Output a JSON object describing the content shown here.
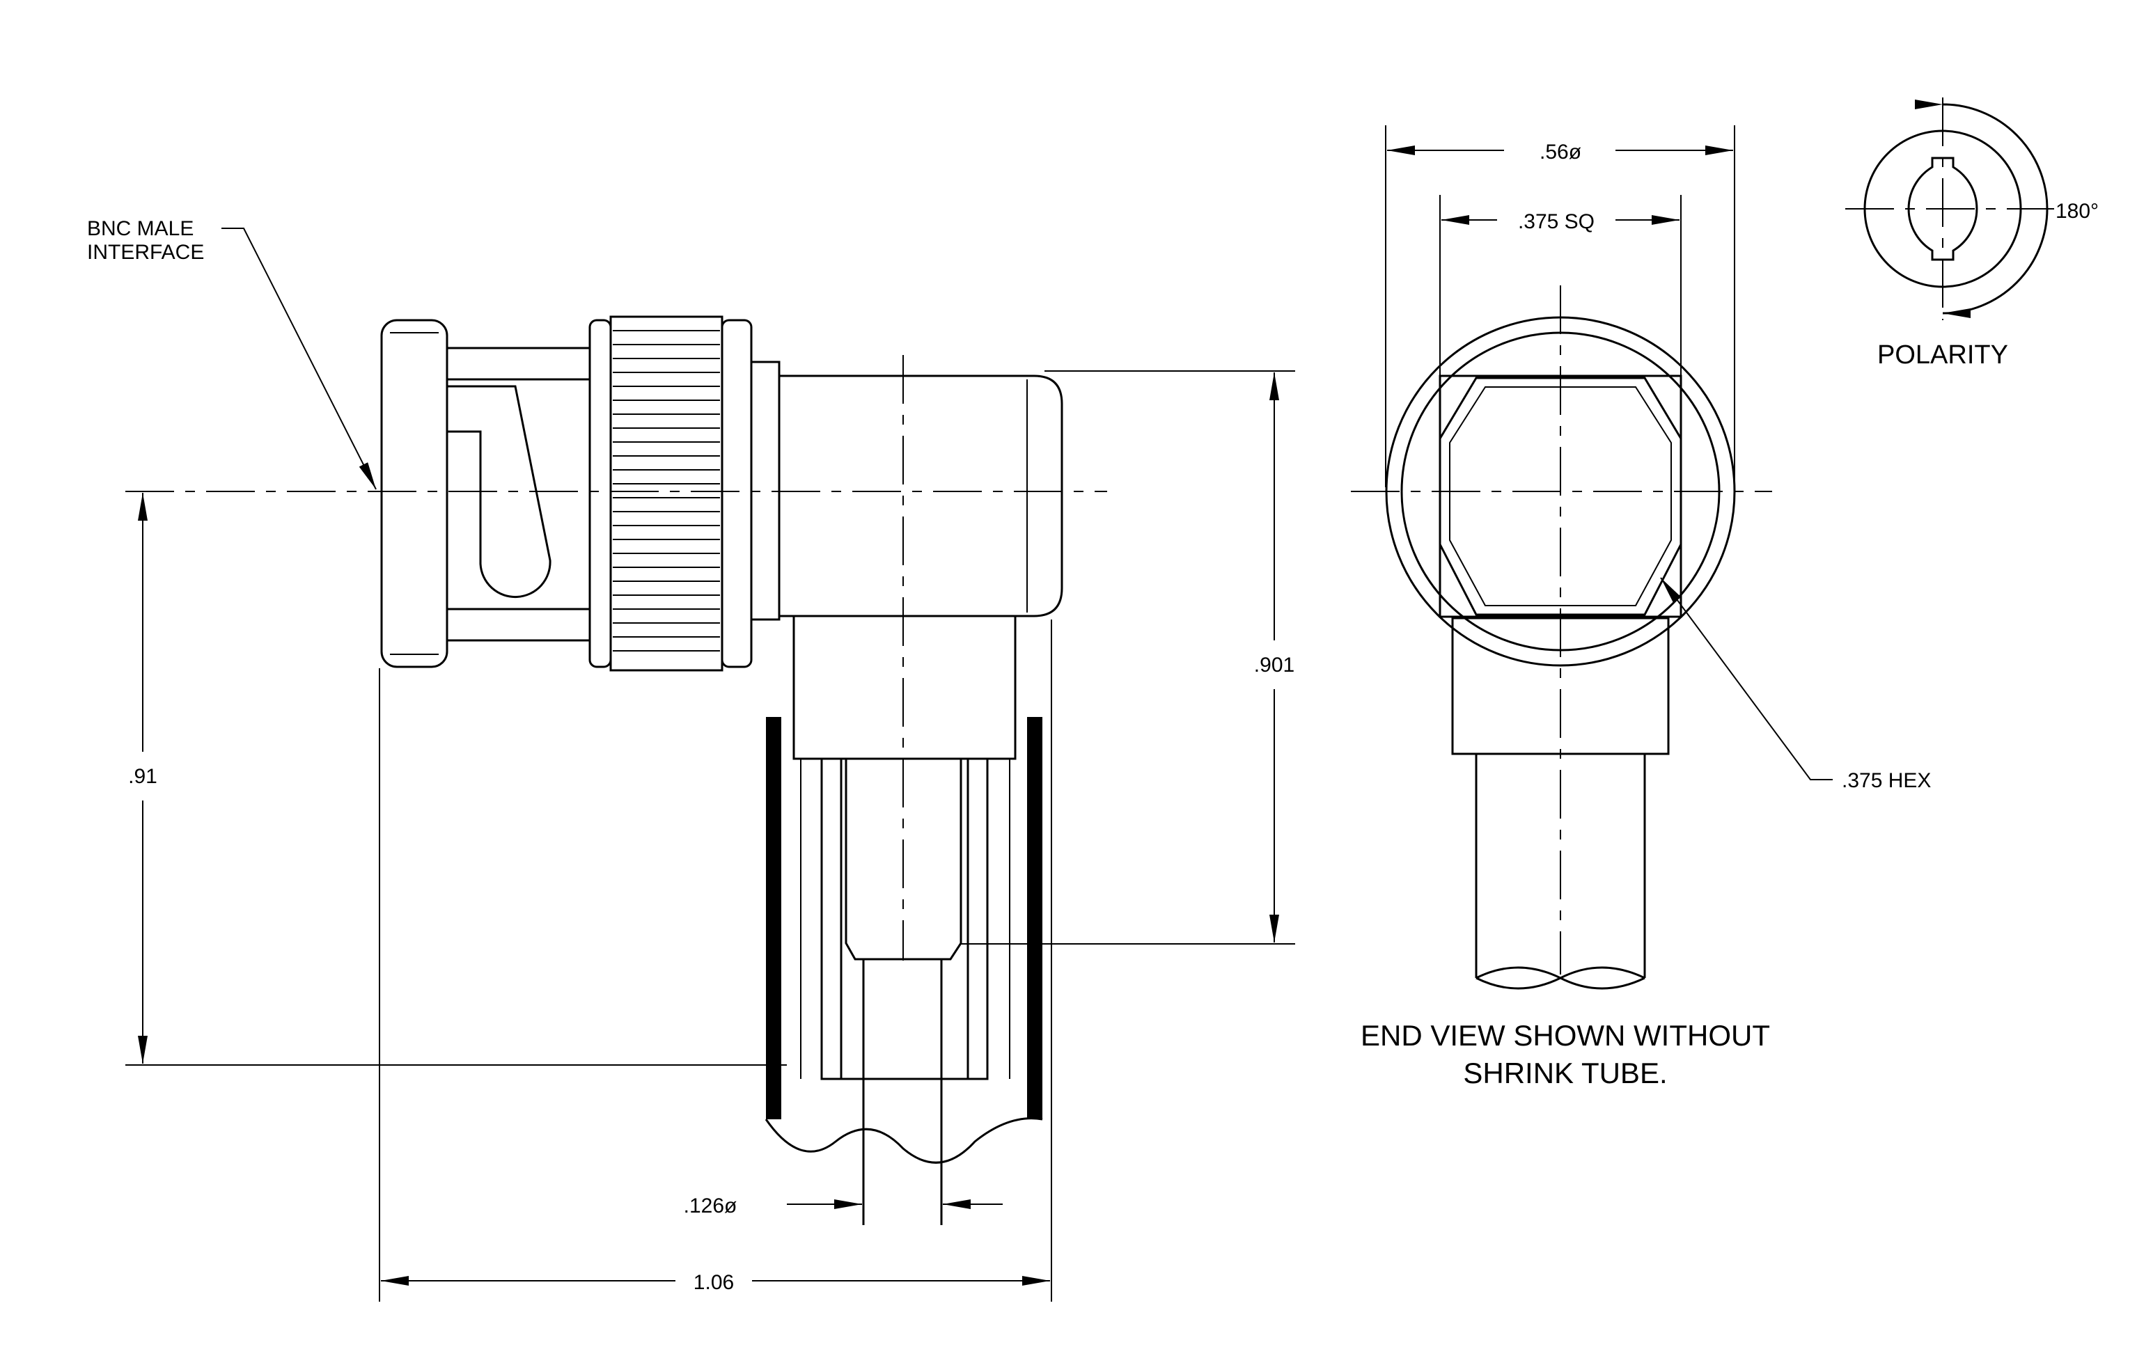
{
  "labels": {
    "bnc_interface": [
      "BNC MALE",
      "INTERFACE"
    ],
    "dim_056": ".56ø",
    "dim_0375sq": ".375 SQ",
    "dim_0901": ".901",
    "dim_091": ".91",
    "dim_0126": ".126ø",
    "dim_106": "1.06",
    "dim_0375hex": ".375 HEX",
    "angle_180": "180°",
    "polarity": "POLARITY",
    "note": [
      "END VIEW SHOWN WITHOUT",
      "SHRINK TUBE."
    ]
  },
  "colors": {
    "line": "#000000",
    "background": "#ffffff"
  }
}
